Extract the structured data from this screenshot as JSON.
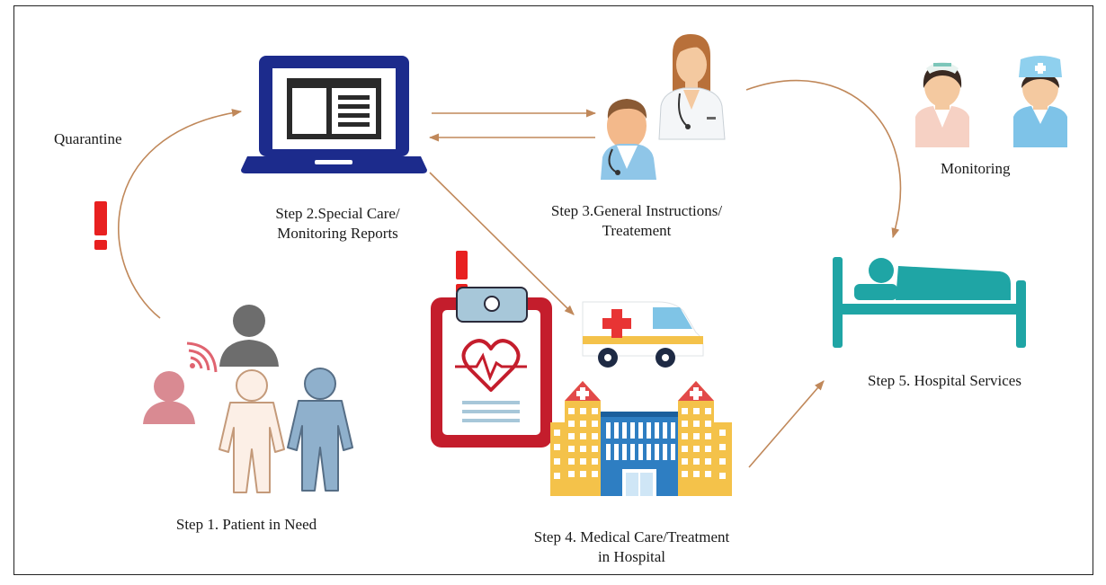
{
  "labels": {
    "quarantine": "Quarantine",
    "monitoring": "Monitoring",
    "step1": "Step 1. Patient in Need",
    "step2_line1": "Step 2.Special Care/",
    "step2_line2": "Monitoring Reports",
    "step3_line1": "Step 3.General Instructions/",
    "step3_line2": "Treatement",
    "step4_line1": "Step 4. Medical Care/Treatment",
    "step4_line2": "in Hospital",
    "step5": "Step 5. Hospital Services"
  },
  "colors": {
    "arrow": "#c0885a",
    "alert": "#e82020",
    "laptop": "#1c2b8c",
    "bed": "#1fa5a5",
    "clipboard": "#c41d2c",
    "building": "#2e7ec2"
  },
  "icons": {
    "laptop": "laptop-icon",
    "doctors": "doctors-icon",
    "nurses": "nurses-icon",
    "bed": "hospital-bed-icon",
    "clipboard": "medical-clipboard-icon",
    "ambulance": "ambulance-icon",
    "hospital": "hospital-building-icon",
    "patients": "patients-icon"
  }
}
